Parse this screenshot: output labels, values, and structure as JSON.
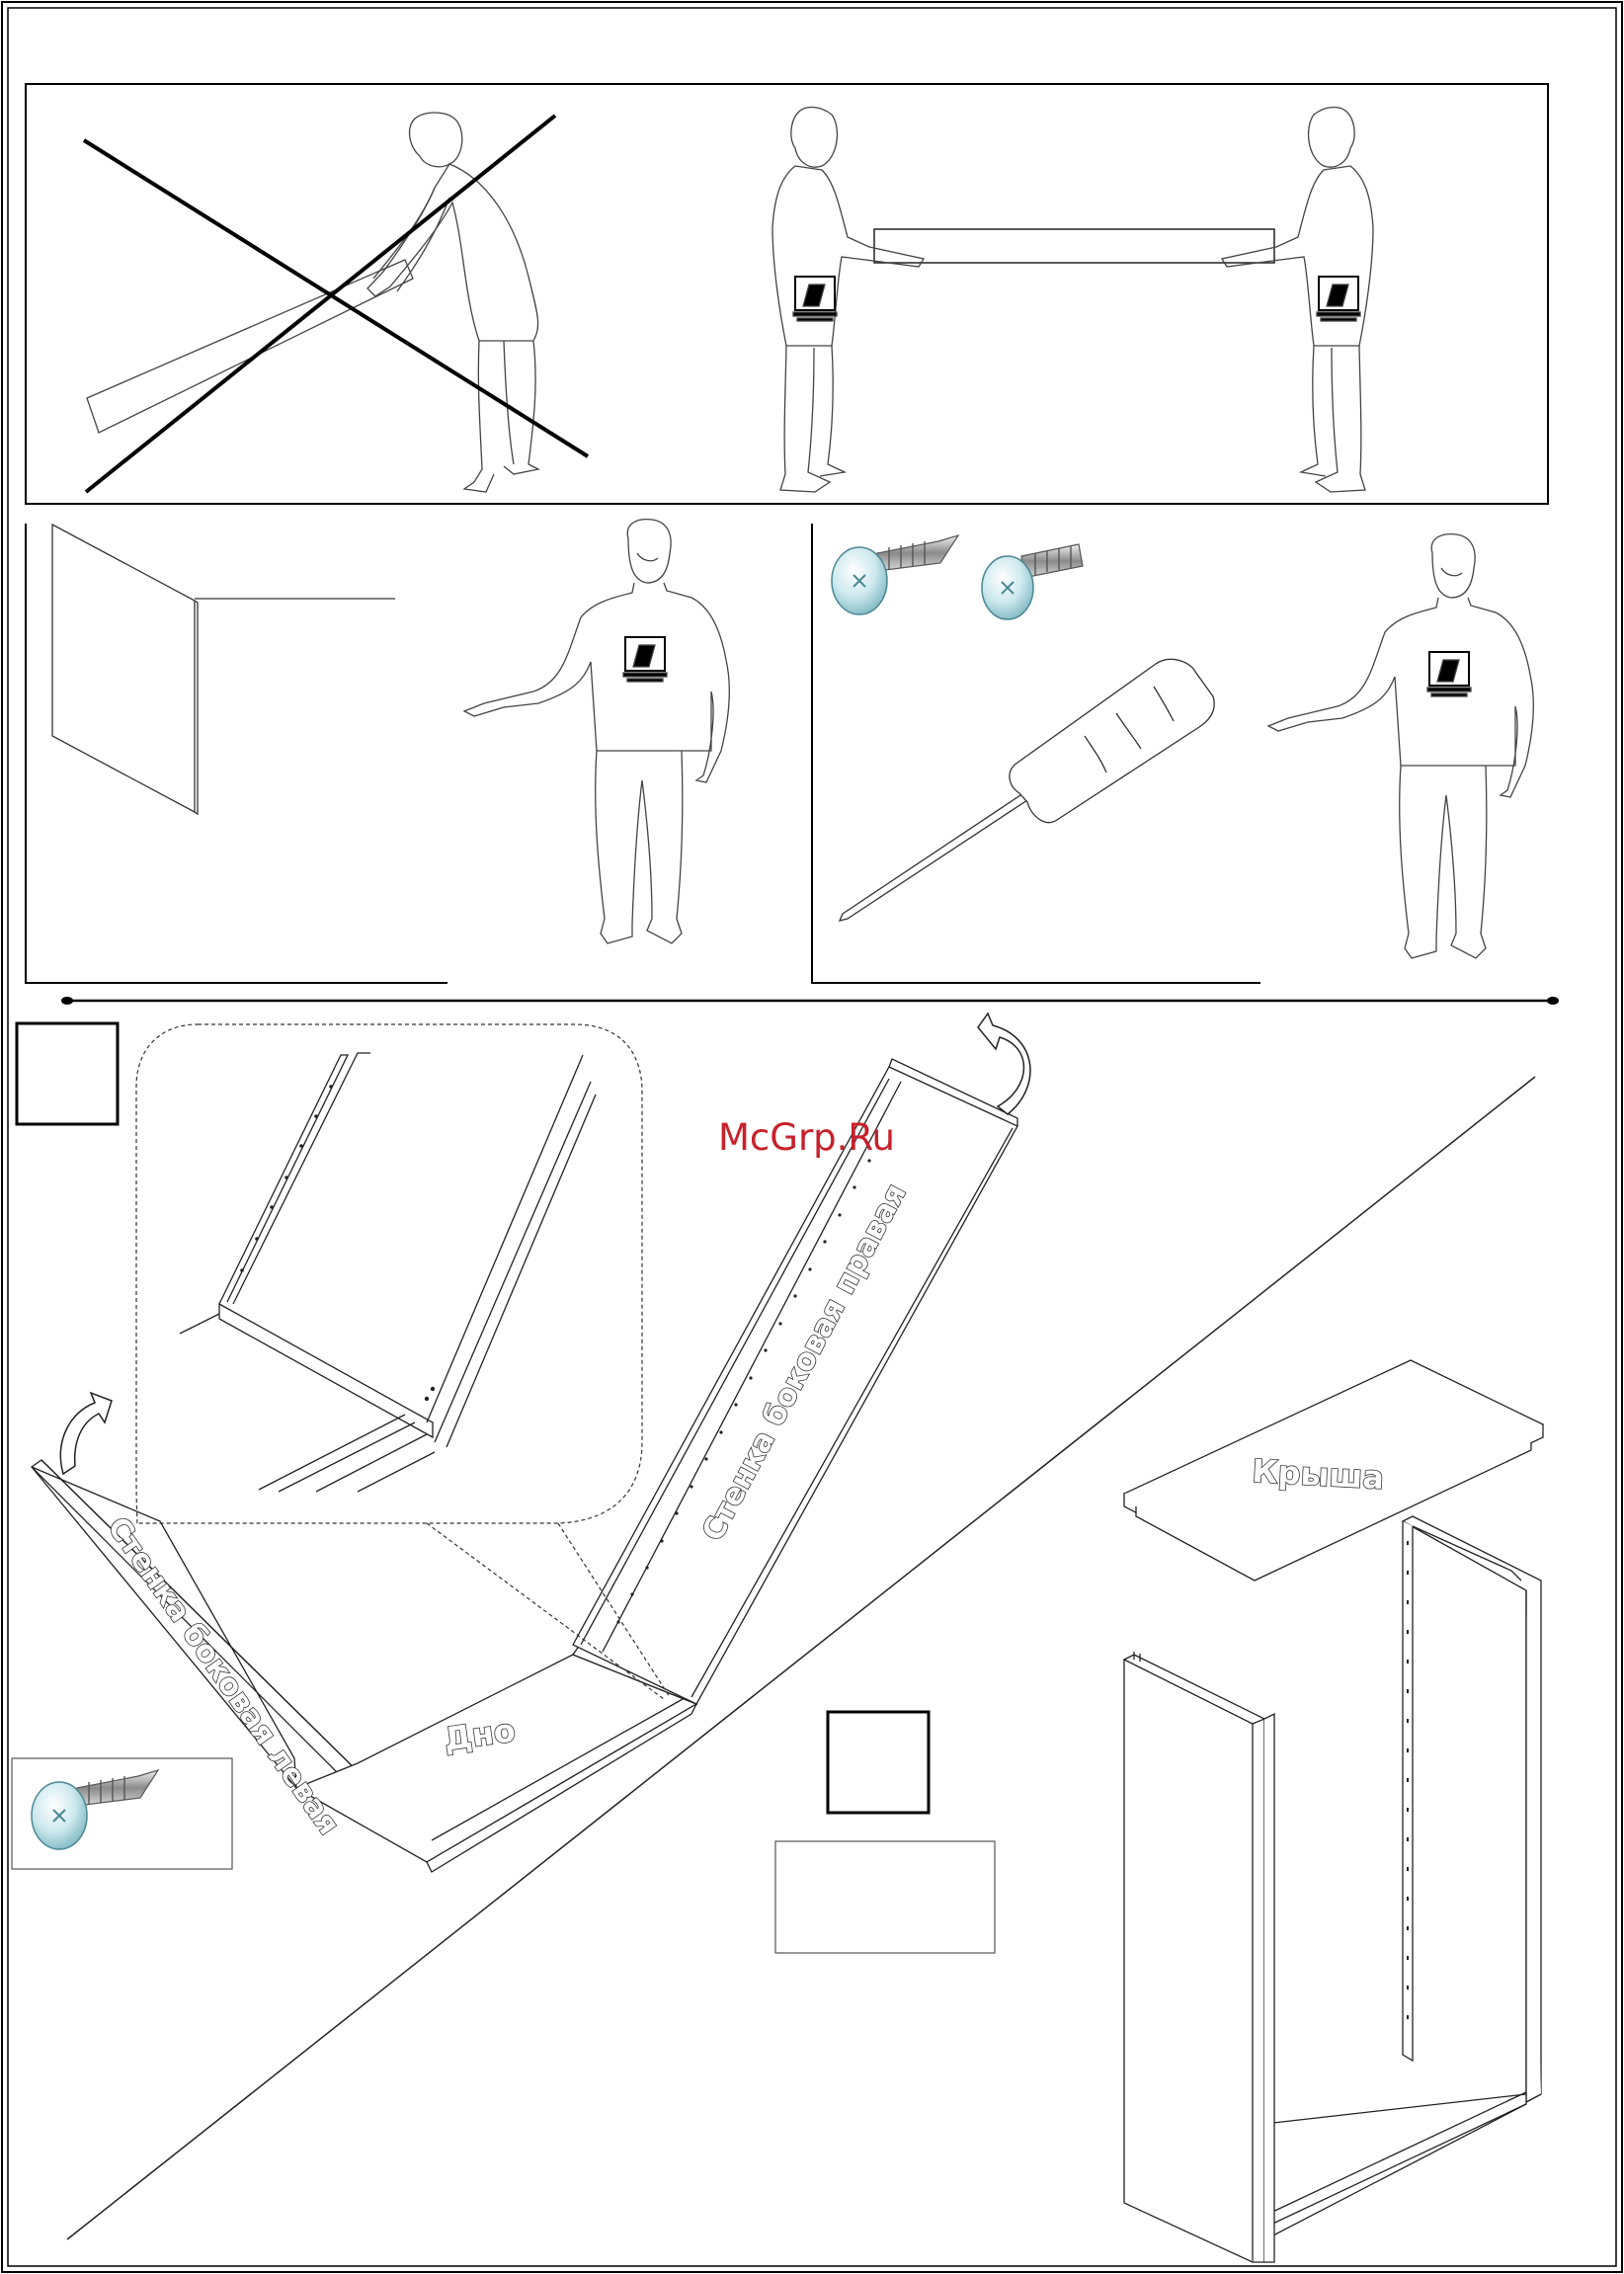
{
  "watermark": "McGrp.Ru",
  "parts": {
    "side_left": "Стенка боковая левая",
    "side_right": "Стенка боковая правая",
    "bottom": "Дно",
    "roof": "Крыша"
  },
  "icons": [
    "screw-icon",
    "screwdriver-icon",
    "rotate-arrow-icon",
    "person-figure",
    "crossed-out-icon"
  ]
}
